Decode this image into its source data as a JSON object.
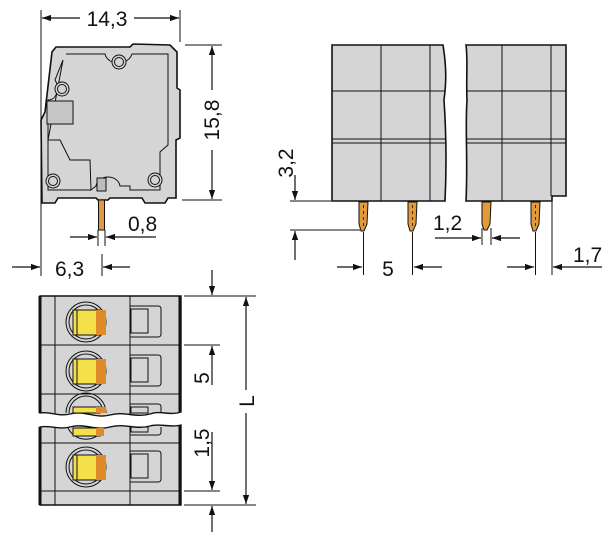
{
  "drawing": {
    "type": "technical-dimension-drawing",
    "subject": "PCB terminal block (spring-clamp) — side, front and top views",
    "colors": {
      "housing": "#d5d5d5",
      "housing_dark": "#bdbdbd",
      "outline": "#111111",
      "pin": "#e39a3c",
      "clamp_yellow": "#f3e04a",
      "clamp_orange": "#e08a2a",
      "background": "#ffffff"
    },
    "side_view": {
      "width_label": "14,3",
      "height_label": "15,8",
      "pin_width_label": "0,8",
      "pin_offset_label": "6,3"
    },
    "front_view": {
      "pin_length_label": "3,2",
      "pitch_label": "5",
      "pin_pitch_width_label": "1,2",
      "edge_offset_label": "1,7"
    },
    "top_view": {
      "pitch_label": "5",
      "end_offset_label": "1,5",
      "length_label": "L"
    }
  }
}
